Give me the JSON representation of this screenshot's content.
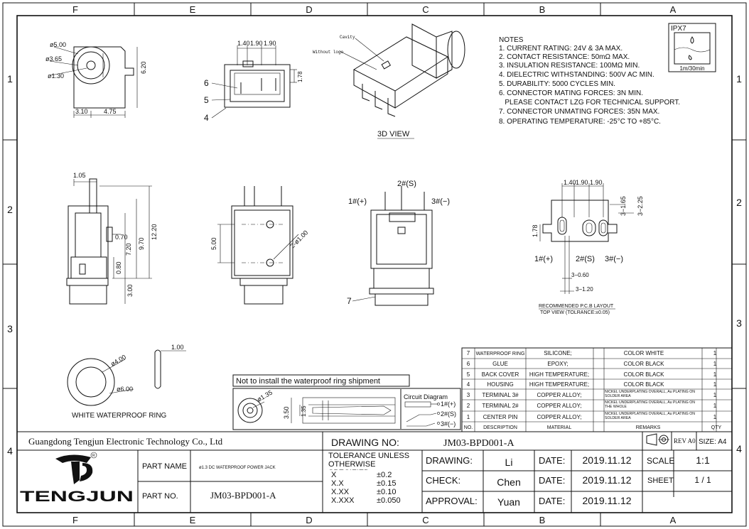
{
  "frame": {
    "columns": [
      "F",
      "E",
      "D",
      "C",
      "B",
      "A"
    ],
    "rows": [
      "1",
      "2",
      "3",
      "4"
    ]
  },
  "notes": {
    "title": "NOTES",
    "lines": [
      "1. CURRENT RATING: 24V & 3A MAX.",
      "2. CONTACT RESISTANCE: 50mΩ MAX.",
      "3. INSULATION RESISTANCE: 100MΩ MIN.",
      "4. DIELECTRIC WITHSTANDING: 500V AC MIN.",
      "5. DURABILITY: 5000 CYCLES MIN.",
      "6. CONNECTOR MATING FORCES: 3N MIN.",
      "   PLEASE CONTACT LZG FOR TECHNICAL SUPPORT.",
      "7. CONNECTOR UNMATING FORCES: 35N MAX.",
      "8. OPERATING TEMPERATURE: -25°C TO +85°C."
    ]
  },
  "ipx": {
    "label": "IPX7",
    "sub": "1m/30min"
  },
  "views": {
    "front": {
      "d1": "ø5.00",
      "d2": "ø3.65",
      "d3": "ø1.30",
      "h": "6.20",
      "w1": "3.10",
      "w2": "4.75"
    },
    "top": {
      "p1": "1.40",
      "p2": "1.90",
      "p3": "1.90",
      "h": "1.78",
      "c6": "6",
      "c5": "5",
      "c4": "4"
    },
    "iso": {
      "cavity": "Cavity",
      "nologo": "Without logo",
      "caption": "3D VIEW"
    },
    "side": {
      "w": "1.05",
      "a": "0.70",
      "b": "7.20",
      "c": "9.70",
      "d": "12.20",
      "e": "0.80",
      "f": "3.00"
    },
    "side2": {
      "h": "5.00",
      "hole": "2-ø1.00"
    },
    "pins": {
      "p1": "1#(+)",
      "p2": "2#(S)",
      "p3": "3#(−)",
      "c7": "7"
    },
    "pcb": {
      "p1": "1.40",
      "p2": "1.90",
      "p3": "1.90",
      "v1": "3−1.65",
      "v2": "3−2.25",
      "h": "1.78",
      "l1": "1#(+)",
      "l2": "2#(S)",
      "l3": "3#(−)",
      "s1": "3−0.60",
      "s2": "3−1.20",
      "caption1": "RECOMMENDED P.C.B LAYOUT",
      "caption2": "TOP VIEW (TOLRANCE:±0.05)"
    },
    "ring": {
      "d1": "ø4.00",
      "d2": "ø6.00",
      "t": "1.00",
      "caption": "WHITE WATERPROOF RING"
    },
    "shipment": {
      "caption": "Not to install the waterproof ring shipment",
      "d": "ø1.35",
      "h1": "3.50",
      "h2": "1.35"
    },
    "circuit": {
      "title": "Circuit Diagram",
      "p1": "1#(+)",
      "p2": "2#(S)",
      "p3": "3#(−)"
    }
  },
  "bom": {
    "headers": [
      "NO.",
      "DESCRIPTION",
      "MATERIAL",
      "REMARKS",
      "QTY"
    ],
    "rows": [
      {
        "no": "7",
        "desc": "WATERPROOF RING",
        "mat": "SILICONE;",
        "rem": "COLOR WHITE",
        "qty": "1"
      },
      {
        "no": "6",
        "desc": "GLUE",
        "mat": "EPOXY;",
        "rem": "COLOR BLACK",
        "qty": "1"
      },
      {
        "no": "5",
        "desc": "BACK COVER",
        "mat": "HIGH TEMPERATURE;",
        "rem": "COLOR BLACK",
        "qty": "1"
      },
      {
        "no": "4",
        "desc": "HOUSING",
        "mat": "HIGH TEMPERATURE;",
        "rem": "COLOR BLACK",
        "qty": "1"
      },
      {
        "no": "3",
        "desc": "TERMINAL 3#",
        "mat": "COPPER ALLOY;",
        "rem": "NICKEL UNDERPLATING OVERALL, Au PLATING ON SOLDER AREA",
        "qty": "1"
      },
      {
        "no": "2",
        "desc": "TERMINAL 2#",
        "mat": "COPPER ALLOY;",
        "rem": "NICKEL UNDERPLATING OVERALL, Au PLATING ON THE WHOLE",
        "qty": "1"
      },
      {
        "no": "1",
        "desc": "CENTER PIN",
        "mat": "COPPER ALLOY;",
        "rem": "NICKEL UNDERPLATING OVERALL, Au PLATING ON SOLDER AREA",
        "qty": "1"
      }
    ]
  },
  "title_block": {
    "company": "Guangdong Tengjun Electronic Technology Co., Ltd",
    "drawing_no_label": "DRAWING NO:",
    "drawing_no": "JM03-BPD001-A",
    "rev": "REV A0",
    "size": "SIZE: A4",
    "logo": "TENGJUN",
    "part_name_label": "PART NAME",
    "part_name": "ø1.3 DC WATERPROOF POWER JACK",
    "part_no_label": "PART NO.",
    "part_no": "JM03-BPD001-A",
    "tolerance_title": "TOLERANCE UNLESS OTHERWISE SPECIFIED:",
    "tolerances": [
      {
        "k": "X",
        "v": "±0.2"
      },
      {
        "k": "X.X",
        "v": "±0.15"
      },
      {
        "k": "X.XX",
        "v": "±0.10"
      },
      {
        "k": "X.XXX",
        "v": "±0.050"
      }
    ],
    "drawing_label": "DRAWING:",
    "drawing_by": "Li",
    "check_label": "CHECK:",
    "check_by": "Chen",
    "approval_label": "APPROVAL:",
    "approval_by": "Yuan",
    "date_label": "DATE:",
    "date1": "2019.11.12",
    "date2": "2019.11.12",
    "date3": "2019.11.12",
    "scale_label": "SCALE",
    "scale": "1:1",
    "sheet_label": "SHEET",
    "sheet": "1 / 1"
  }
}
